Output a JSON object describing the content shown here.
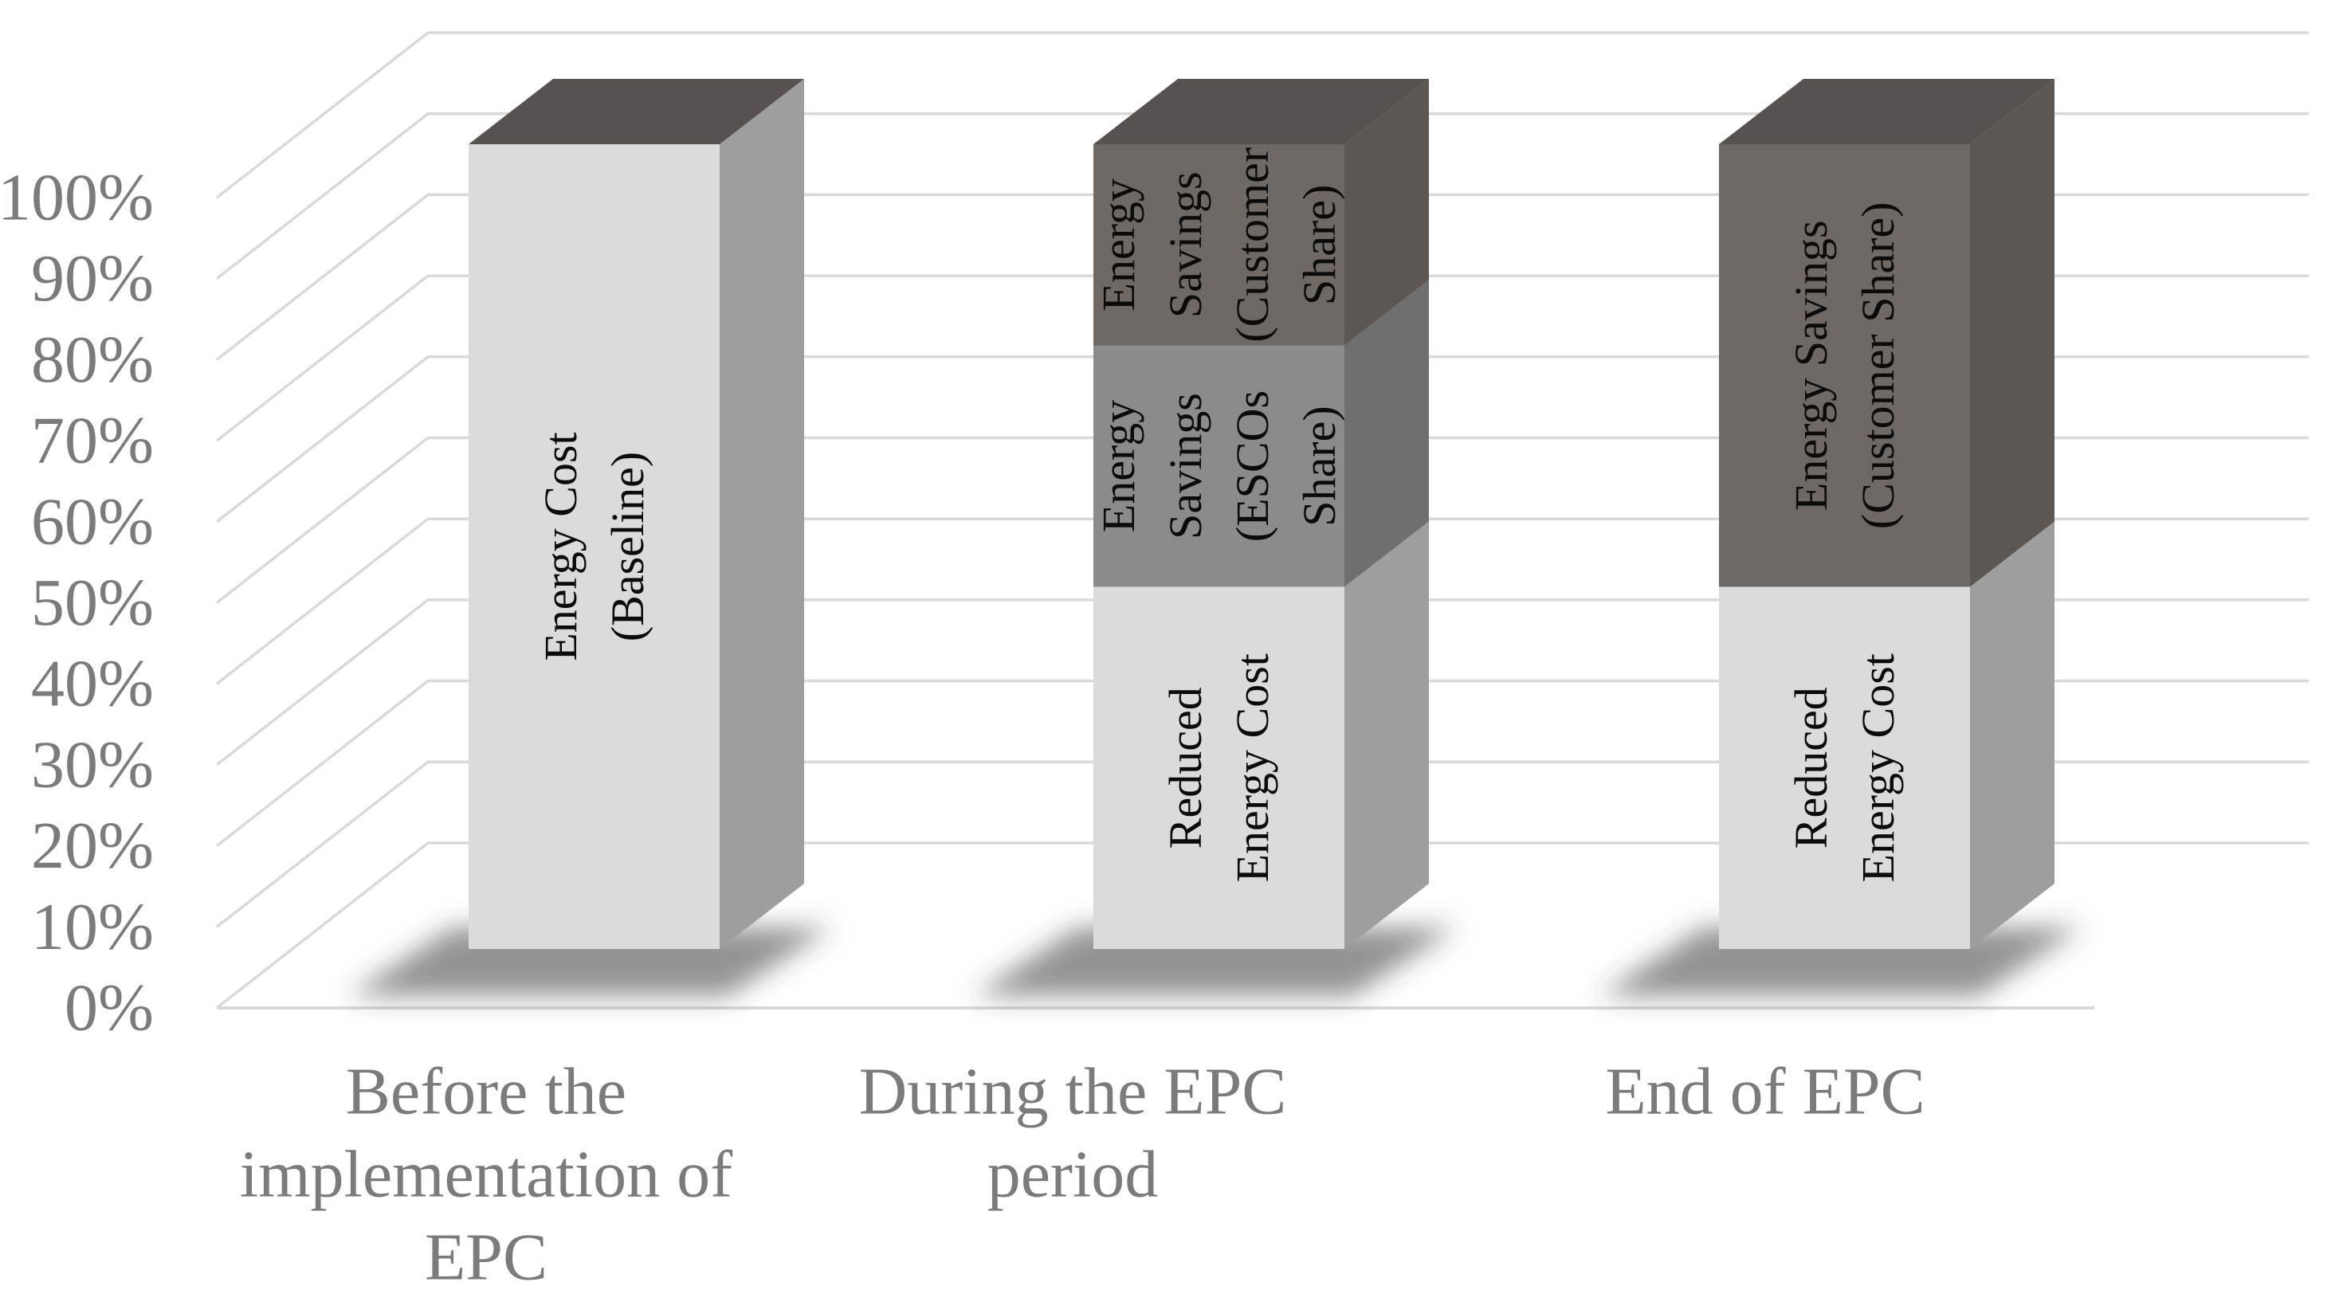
{
  "chart_data": {
    "type": "bar",
    "subtype": "3d-stacked-column-percent",
    "title": "",
    "xlabel": "",
    "ylabel": "",
    "legend": "none",
    "y_axis": {
      "min": 0,
      "max": 100,
      "step": 10,
      "tick_labels": [
        "0%",
        "10%",
        "20%",
        "30%",
        "40%",
        "50%",
        "60%",
        "70%",
        "80%",
        "90%",
        "100%"
      ],
      "grid": true
    },
    "categories": [
      {
        "label_lines": [
          "Before the",
          "implementation of",
          "EPC"
        ]
      },
      {
        "label_lines": [
          "During  the EPC",
          "period"
        ]
      },
      {
        "label_lines": [
          "End of EPC"
        ]
      }
    ],
    "bars": [
      {
        "category": "Before the implementation of EPC",
        "segments": [
          {
            "name": "Energy Cost (Baseline)",
            "value": 100,
            "color": "light",
            "label_lines": [
              "Energy Cost",
              "(Baseline)"
            ]
          }
        ]
      },
      {
        "category": "During  the EPC period",
        "segments": [
          {
            "name": "Reduced Energy Cost",
            "value": 45,
            "color": "light",
            "label_lines": [
              "Reduced",
              "Energy Cost"
            ]
          },
          {
            "name": "Energy Savings (ESCOs Share)",
            "value": 30,
            "color": "medium",
            "label_lines": [
              "Energy",
              "Savings",
              "(ESCOs",
              "Share)"
            ]
          },
          {
            "name": "Energy Savings (Customer Share)",
            "value": 25,
            "color": "dark",
            "label_lines": [
              "Energy",
              "Savings",
              "(Customer",
              "Share)"
            ]
          }
        ]
      },
      {
        "category": "End of EPC",
        "segments": [
          {
            "name": "Reduced Energy Cost",
            "value": 45,
            "color": "light",
            "label_lines": [
              "Reduced",
              "Energy Cost"
            ]
          },
          {
            "name": "Energy Savings (Customer Share)",
            "value": 55,
            "color": "dark",
            "label_lines": [
              "Energy Savings",
              "(Customer Share)"
            ]
          }
        ]
      }
    ]
  },
  "colors": {
    "light_front": "#DBDBDB",
    "light_side": "#9E9E9E",
    "medium_front": "#8B8B8B",
    "medium_side": "#6F6F6F",
    "dark_front": "#6F6965",
    "dark_side": "#5D5753",
    "top_face": "#575150",
    "grid": "#D9D9D9",
    "axis_text": "#7B7B7B",
    "bar_text": "#0B0B0B",
    "shadow": "rgba(60,60,60,0.55)"
  }
}
